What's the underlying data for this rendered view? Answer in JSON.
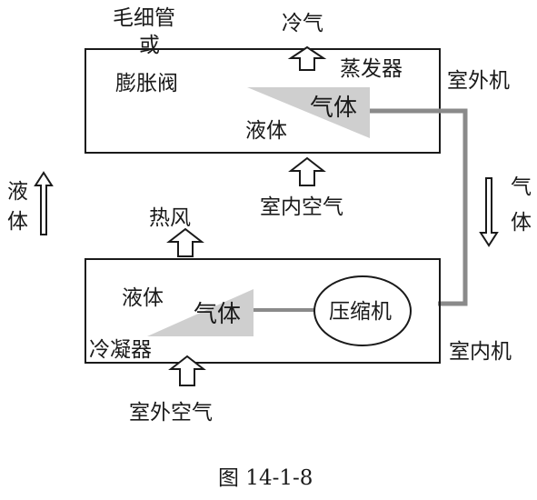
{
  "outdoor_unit": {
    "capillary_label_line1": "毛细管",
    "capillary_label_line2": "或",
    "capillary_label_line3": "膨胀阀",
    "evaporator_label": "蒸发器",
    "unit_label": "室外机",
    "gas_label": "气体",
    "liquid_label": "液体",
    "cold_air_label": "冷气",
    "indoor_air_label": "室内空气"
  },
  "indoor_unit": {
    "condenser_label": "冷凝器",
    "compressor_label": "压缩机",
    "unit_label": "室内机",
    "gas_label": "气体",
    "liquid_label": "液体",
    "hot_air_label": "热风",
    "outdoor_air_label": "室外空气"
  },
  "flow": {
    "left_label_line1": "液",
    "left_label_line2": "体",
    "right_label_line1": "气",
    "right_label_line2": "体"
  },
  "caption": "图 14-1-8",
  "colors": {
    "line": "#1a1a1a",
    "pipe": "#8a8a8a",
    "wedge": "#cfcfcf",
    "background": "#ffffff"
  }
}
